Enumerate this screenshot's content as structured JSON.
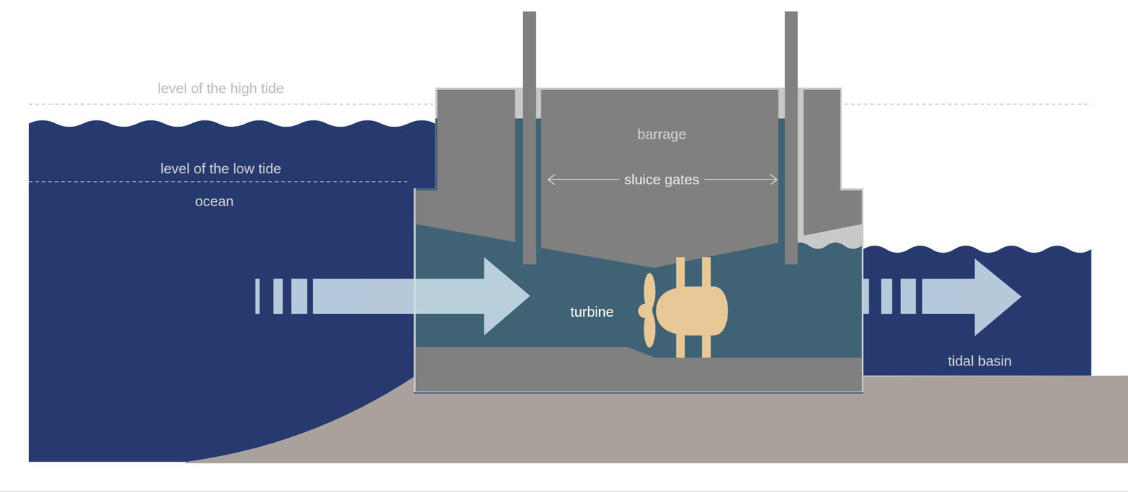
{
  "diagram": {
    "nodes": [
      {
        "text": [
          "barrage"
        ]
      }
    ],
    "labels": [
      "level of the high tide",
      "level of the low tide",
      "ocean",
      "sluice gates",
      "turbine",
      "tidal basin"
    ]
  }
}
